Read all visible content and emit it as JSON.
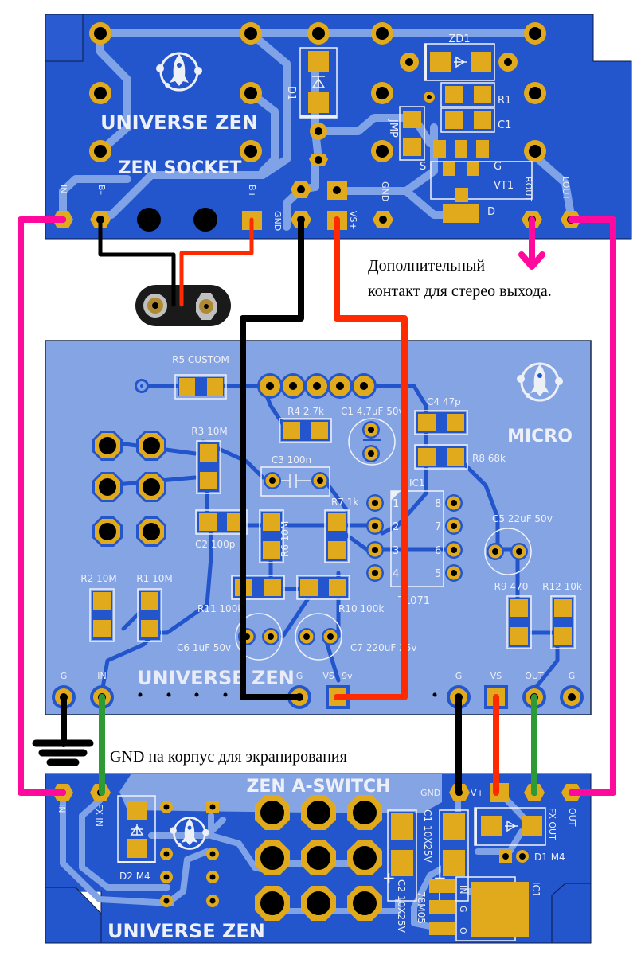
{
  "colors": {
    "board_dark": "#2356cc",
    "board_light": "#84a4e4",
    "pad": "#e0aa1c",
    "wire_pink": "#ff0a9c",
    "wire_red": "#ff2a00",
    "wire_black": "#000000",
    "wire_green": "#2e9a36"
  },
  "socket_board": {
    "brand": "UNIVERSE ZEN",
    "name": "ZEN SOCKET",
    "labels": {
      "in": "IN",
      "b_minus": "B–",
      "b_plus": "B+",
      "gnd_pin": "GND",
      "vs_plus": "VS+",
      "gnd": "GND",
      "rout": "ROUT",
      "lout": "LOUT",
      "d1": "D1",
      "zd1": "ZD1",
      "r1": "R1",
      "c1": "C1",
      "jmp": "JMP",
      "vt1": "VT1",
      "s": "S",
      "g": "G",
      "d": "D"
    }
  },
  "micro_board": {
    "name": "MICRO",
    "brand": "UNIVERSE ZEN",
    "components": {
      "r5": "R5 CUSTOM",
      "r4": "R4 2.7k",
      "c1": "C1 4.7uF 50v",
      "c4": "C4 47p",
      "r8": "R8 68k",
      "r3": "R3 10M",
      "c3": "C3 100n",
      "ic1": "IC1",
      "r7": "R7 1k",
      "c2": "C2 100p",
      "r6": "R6 10M",
      "c5": "C5 22uF 50v",
      "r2": "R2 10M",
      "r1": "R1 10M",
      "r11": "R11 100k",
      "r10": "R10 100k",
      "r9": "R9 470",
      "r12": "R12 10k",
      "c6": "C6 1uF 50v",
      "c7": "C7 220uF 25v",
      "tl071": "TL071"
    },
    "ic_pins": [
      "1",
      "2",
      "3",
      "4",
      "8",
      "7",
      "6",
      "5"
    ],
    "pins": {
      "g_left": "G",
      "in": "IN",
      "g_mid": "G",
      "vs9": "VS+9v",
      "g_right": "G",
      "vs": "VS",
      "out": "OUT",
      "g_far": "G"
    }
  },
  "switch_board": {
    "name": "ZEN A-SWITCH",
    "brand": "UNIVERSE ZEN",
    "labels": {
      "in": "IN",
      "fx_in": "FX IN",
      "d2": "D2 M4",
      "gnd": "GND",
      "v_plus": "V+",
      "fx_out": "FX OUT",
      "out": "OUT",
      "d1": "D1 M4",
      "c1": "C1 10X25V",
      "c2": "C2 10X25V",
      "reg": "78M05",
      "ic1": "IC1",
      "reg_in": "IN",
      "reg_g": "G",
      "reg_o": "O",
      "plus1": "+",
      "plus2": "+"
    }
  },
  "annotations": {
    "stereo_line1": "Дополнительный",
    "stereo_line2": "контакт для стерео выхода.",
    "gnd_note": "GND на корпус для экранирования"
  },
  "icons": {
    "logo": "rocket-logo-icon",
    "ground": "ground-symbol-icon",
    "battery_clip": "battery-snap-connector-icon",
    "arrow": "arrow-down-icon"
  }
}
